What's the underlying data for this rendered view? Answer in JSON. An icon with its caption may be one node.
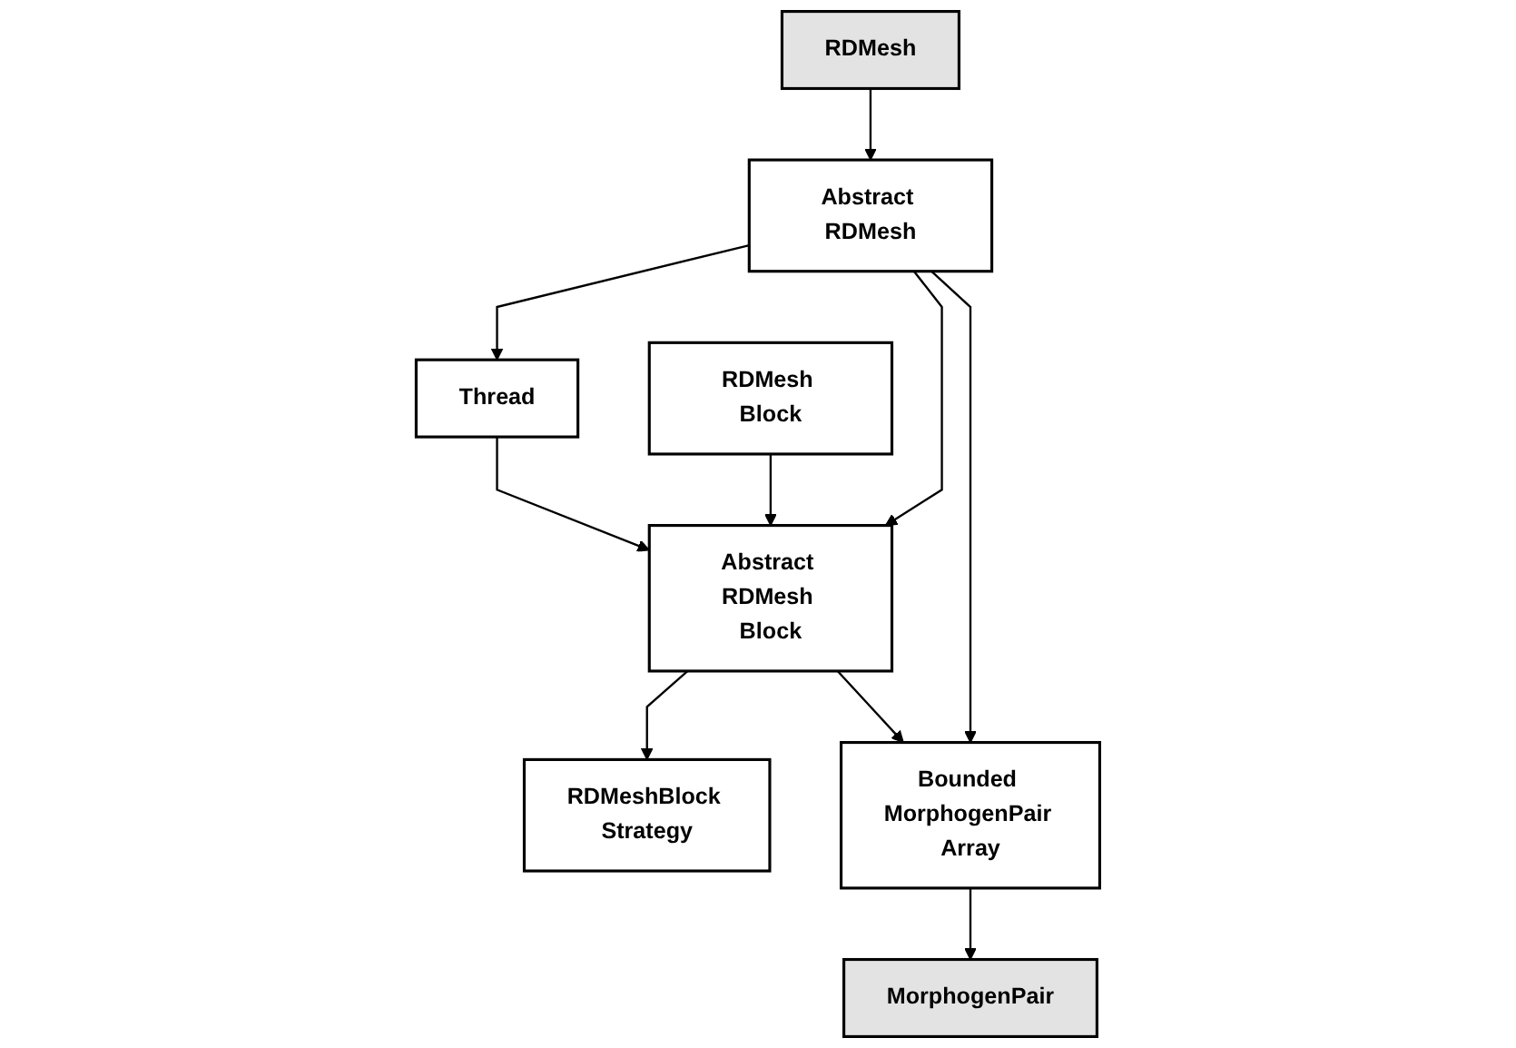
{
  "diagram": {
    "nodes": [
      {
        "text": [
          "Thread"
        ]
      },
      {
        "text": [
          "Abstract RDMesh"
        ]
      },
      {
        "text": [
          "Abstract RDMesh Block"
        ]
      },
      {
        "text": [
          "RDMeshBlock Strategy"
        ]
      },
      {
        "text": [
          "RDMesh"
        ]
      },
      {
        "text": [
          "RDMesh Block"
        ]
      },
      {
        "text": [
          "Bounded MorphogenPair Array"
        ]
      },
      {
        "text": [
          "MorphogenPair"
        ]
      }
    ],
    "edges": [
      {
        "from": 1,
        "to": 0,
        "arrow": "to"
      },
      {
        "from": 0,
        "to": 2,
        "arrow": "to"
      },
      {
        "from": 1,
        "to": 2,
        "arrow": "to"
      },
      {
        "from": 2,
        "to": 3,
        "arrow": "to"
      },
      {
        "from": 4,
        "to": 1,
        "arrow": "to"
      },
      {
        "from": 5,
        "to": 2,
        "arrow": "to"
      },
      {
        "from": 1,
        "to": 6,
        "arrow": "to"
      },
      {
        "from": 2,
        "to": 6,
        "arrow": "to"
      },
      {
        "from": 6,
        "to": 7,
        "arrow": "to"
      }
    ]
  }
}
